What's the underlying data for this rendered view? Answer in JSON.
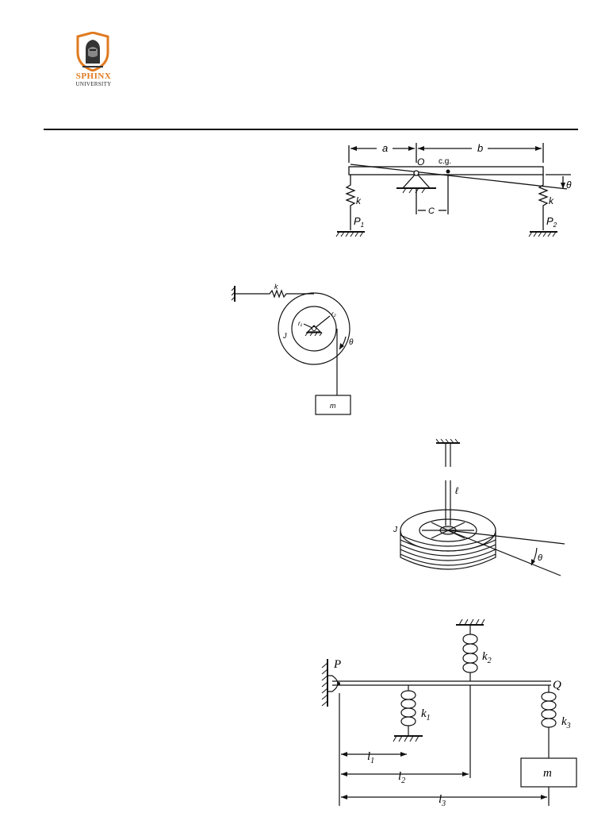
{
  "logo": {
    "title": "SPHINX",
    "subtitle": "UNIVERSITY",
    "color": "#e07a1f"
  },
  "figure1": {
    "labels": {
      "a": "a",
      "b": "b",
      "pivot": "O",
      "cg": "c.g.",
      "c": "C",
      "theta": "θ",
      "k_left": "k",
      "k_right": "k",
      "p1_letter": "P",
      "p1_sub": "1",
      "p2_letter": "P",
      "p2_sub": "2"
    }
  },
  "figure2": {
    "labels": {
      "k": "k",
      "r1": "r₁",
      "r2": "r₂",
      "j": "J",
      "theta": "θ",
      "mass": "m"
    }
  },
  "figure3": {
    "labels": {
      "length": "ℓ",
      "j": "J",
      "theta": "θ"
    }
  },
  "figure4": {
    "labels": {
      "p": "P",
      "q": "Q",
      "k1_letter": "k",
      "k1_sub": "1",
      "k2_letter": "k",
      "k2_sub": "2",
      "k3_letter": "k",
      "k3_sub": "3",
      "l1_letter": "l",
      "l1_sub": "1",
      "l2_letter": "l",
      "l2_sub": "2",
      "l3_letter": "l",
      "l3_sub": "3",
      "mass": "m"
    }
  }
}
